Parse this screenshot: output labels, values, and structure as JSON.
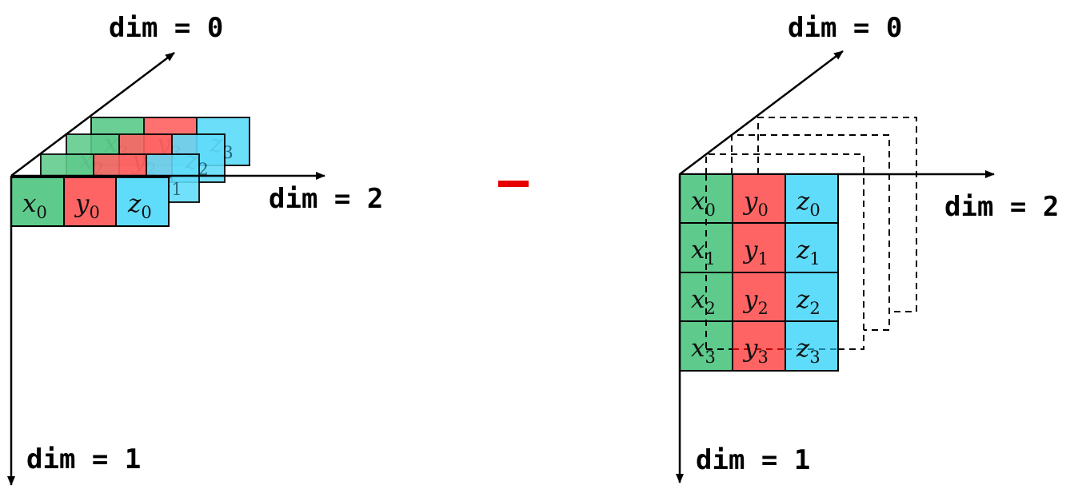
{
  "colors": {
    "x": "#5ecb8c",
    "y": "#ff6464",
    "z": "#5fdcfa",
    "operator": "#e60000",
    "axis": "#000000"
  },
  "left_panel": {
    "axis_labels": {
      "dim0": "dim = 0",
      "dim1": "dim = 1",
      "dim2": "dim = 2"
    },
    "layers": [
      {
        "x": "x",
        "x_sub": "3",
        "y": "y",
        "y_sub": "3",
        "z": "z",
        "z_sub": "3"
      },
      {
        "x": "x",
        "x_sub": "2",
        "y": "y",
        "y_sub": "2",
        "z": "z",
        "z_sub": "2"
      },
      {
        "x": "x",
        "x_sub": "1",
        "y": "y",
        "y_sub": "1",
        "z": "z",
        "z_sub": "1"
      },
      {
        "x": "x",
        "x_sub": "0",
        "y": "y",
        "y_sub": "0",
        "z": "z",
        "z_sub": "0"
      }
    ]
  },
  "operator": {
    "symbol": "–",
    "icon": "minus-icon"
  },
  "right_panel": {
    "axis_labels": {
      "dim0": "dim = 0",
      "dim1": "dim = 1",
      "dim2": "dim = 2"
    },
    "rows": [
      {
        "x": "x",
        "x_sub": "0",
        "y": "y",
        "y_sub": "0",
        "z": "z",
        "z_sub": "0"
      },
      {
        "x": "x",
        "x_sub": "1",
        "y": "y",
        "y_sub": "1",
        "z": "z",
        "z_sub": "1"
      },
      {
        "x": "x",
        "x_sub": "2",
        "y": "y",
        "y_sub": "2",
        "z": "z",
        "z_sub": "2"
      },
      {
        "x": "x",
        "x_sub": "3",
        "y": "y",
        "y_sub": "3",
        "z": "z",
        "z_sub": "3"
      }
    ]
  }
}
